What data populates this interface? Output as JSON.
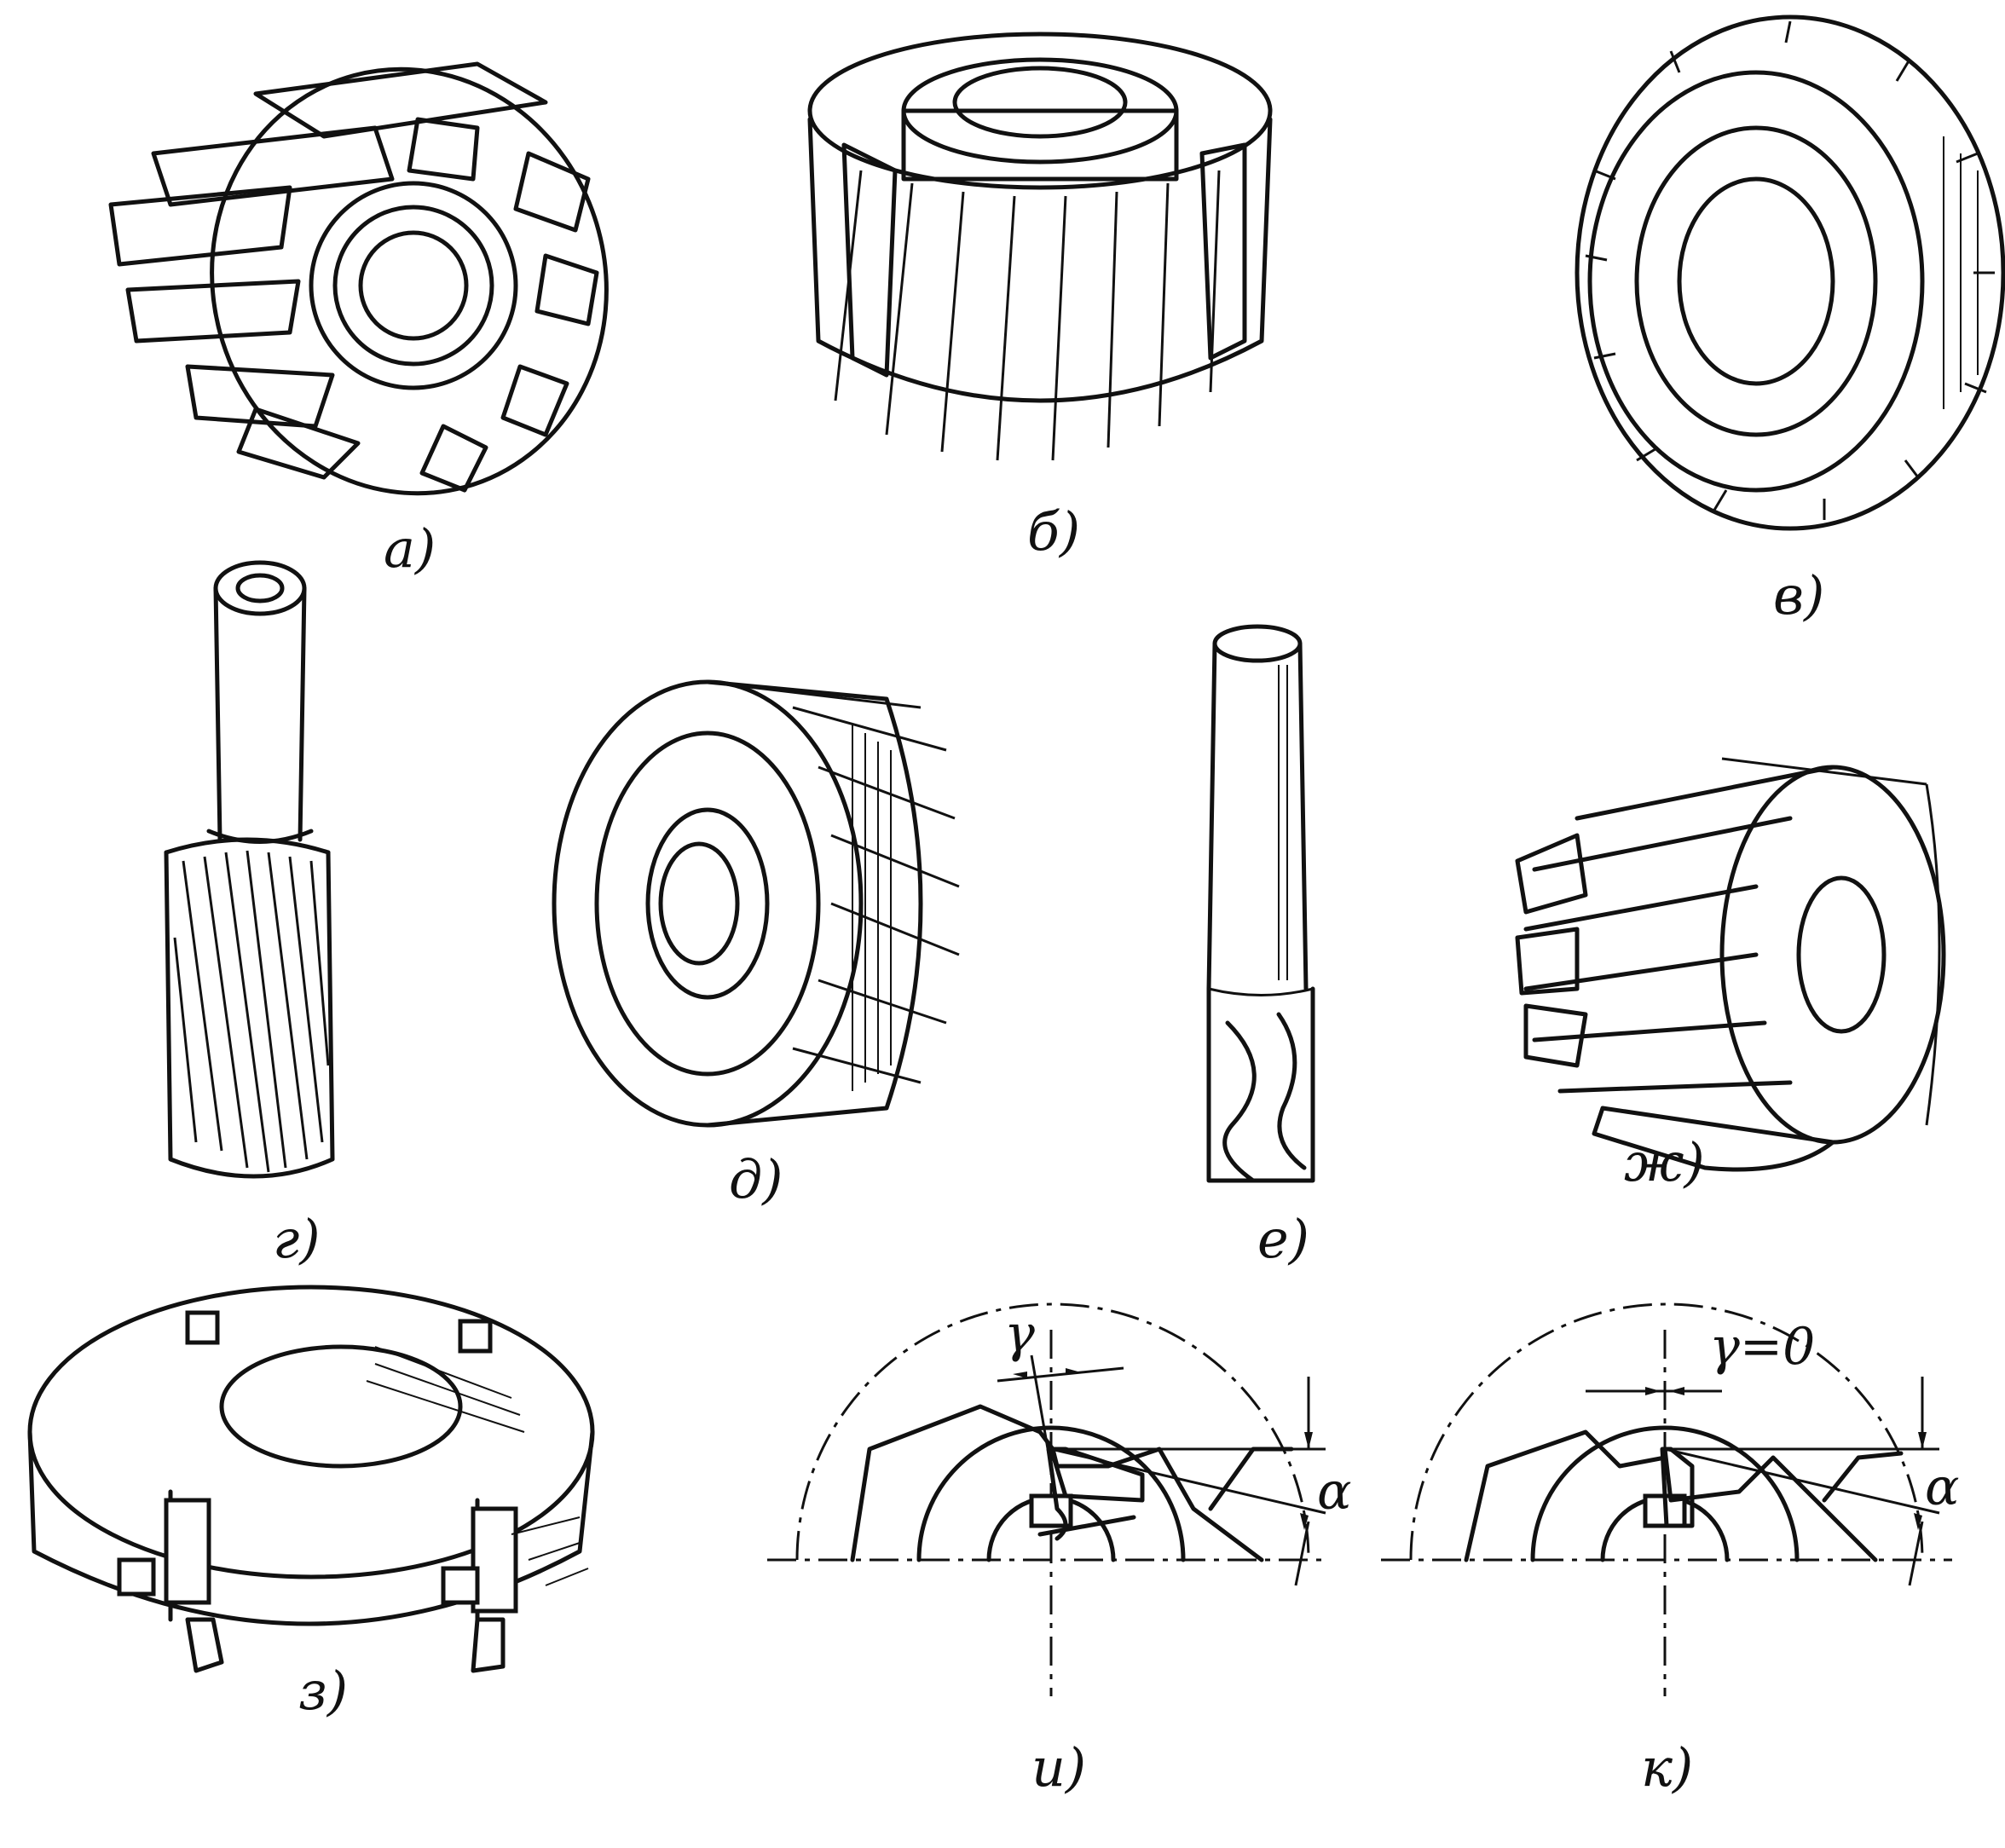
{
  "panels": [
    {
      "id": "a",
      "label": "а)"
    },
    {
      "id": "b",
      "label": "б)"
    },
    {
      "id": "v",
      "label": "в)"
    },
    {
      "id": "g",
      "label": "г)"
    },
    {
      "id": "d",
      "label": "д)"
    },
    {
      "id": "e",
      "label": "е)"
    },
    {
      "id": "zh",
      "label": "ж)"
    },
    {
      "id": "z",
      "label": "з)"
    },
    {
      "id": "i",
      "label": "и)"
    },
    {
      "id": "k",
      "label": "к)"
    }
  ],
  "annotations": {
    "gamma": "γ",
    "gamma_zero": "γ=0",
    "alpha_i": "α",
    "alpha_k": "α"
  }
}
